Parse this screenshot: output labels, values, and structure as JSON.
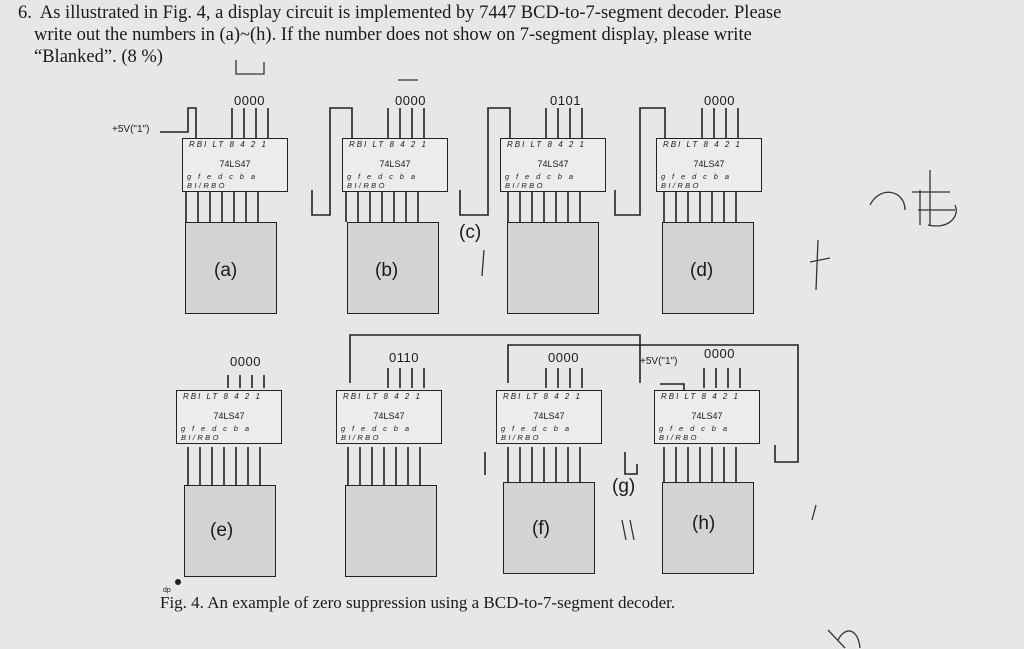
{
  "question": {
    "number": "6.",
    "line1": "As illustrated in Fig. 4, a display circuit is implemented by 7447 BCD-to-7-segment decoder. Please",
    "line2": "write out the numbers in (a)~(h). If the number does not show on 7-segment display, please write",
    "line3": "“Blanked”. (8 %)"
  },
  "chip_label": "74LS47",
  "top_pins": "RBI LT 8 4 2 1",
  "bottom_pins": "g f e d c b a BI/RBO",
  "vcc_label": "+5V(\"1\")",
  "dp_label": "dp",
  "row1": [
    {
      "code": "0000",
      "label": "(a)"
    },
    {
      "code": "0000",
      "label": "(b)"
    },
    {
      "code": "0101",
      "label": "(c)"
    },
    {
      "code": "0000",
      "label": "(d)"
    }
  ],
  "row2": [
    {
      "code": "0000",
      "label": "(e)"
    },
    {
      "code": "0110",
      "label": ""
    },
    {
      "code": "0000",
      "label": "(f)"
    },
    {
      "code": "0000",
      "label": "(h)"
    }
  ],
  "label_g": "(g)",
  "caption": "Fig. 4. An example of zero suppression using a BCD-to-7-segment decoder."
}
